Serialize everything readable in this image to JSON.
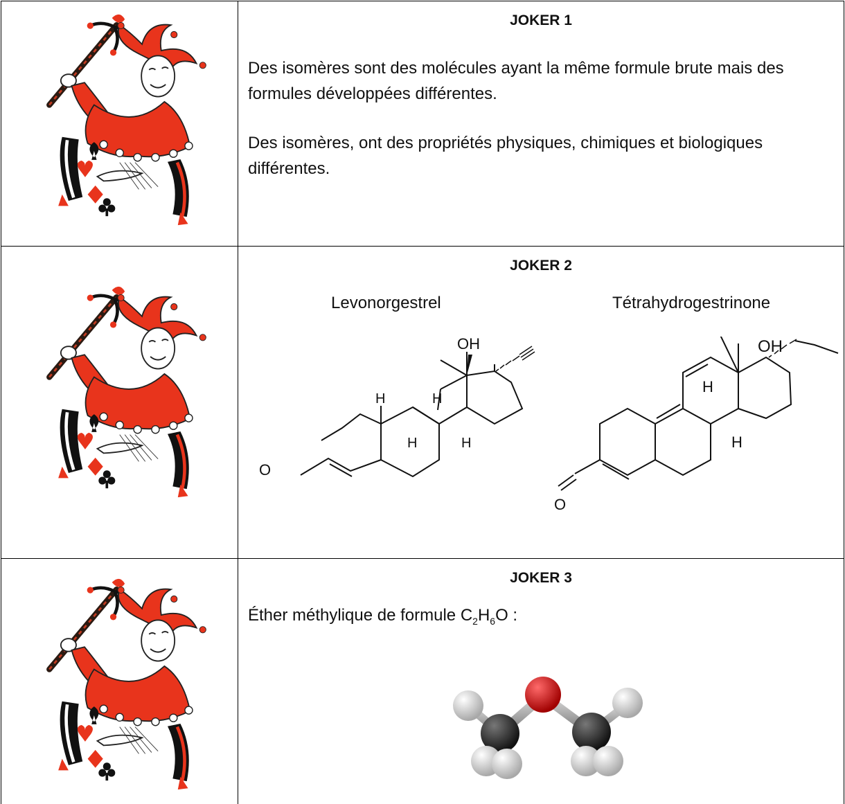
{
  "joker1": {
    "title": "JOKER 1",
    "paragraph1": "Des isomères sont des molécules ayant la même formule brute mais des formules développées différentes.",
    "paragraph2": "Des isomères, ont des propriétés physiques, chimiques et biologiques différentes."
  },
  "joker2": {
    "title": "JOKER 2",
    "molecule_left_name": "Levonorgestrel",
    "molecule_right_name": "Tétrahydrogestrinone",
    "atom_oh": "OH",
    "atom_h": "H",
    "atom_o": "O"
  },
  "joker3": {
    "title": "JOKER 3",
    "formula_prefix": "Éther méthylique de formule C",
    "formula_sub1": "2",
    "formula_h": "H",
    "formula_sub2": "6",
    "formula_suffix": "O :"
  },
  "colors": {
    "jester_red": "#e8341c",
    "border": "#000000",
    "oxygen": "#d01010",
    "carbon": "#333333",
    "hydrogen": "#f2f2f2"
  },
  "icons": [
    "jester-card-illustration",
    "spade-icon",
    "heart-icon",
    "diamond-icon",
    "club-icon"
  ]
}
